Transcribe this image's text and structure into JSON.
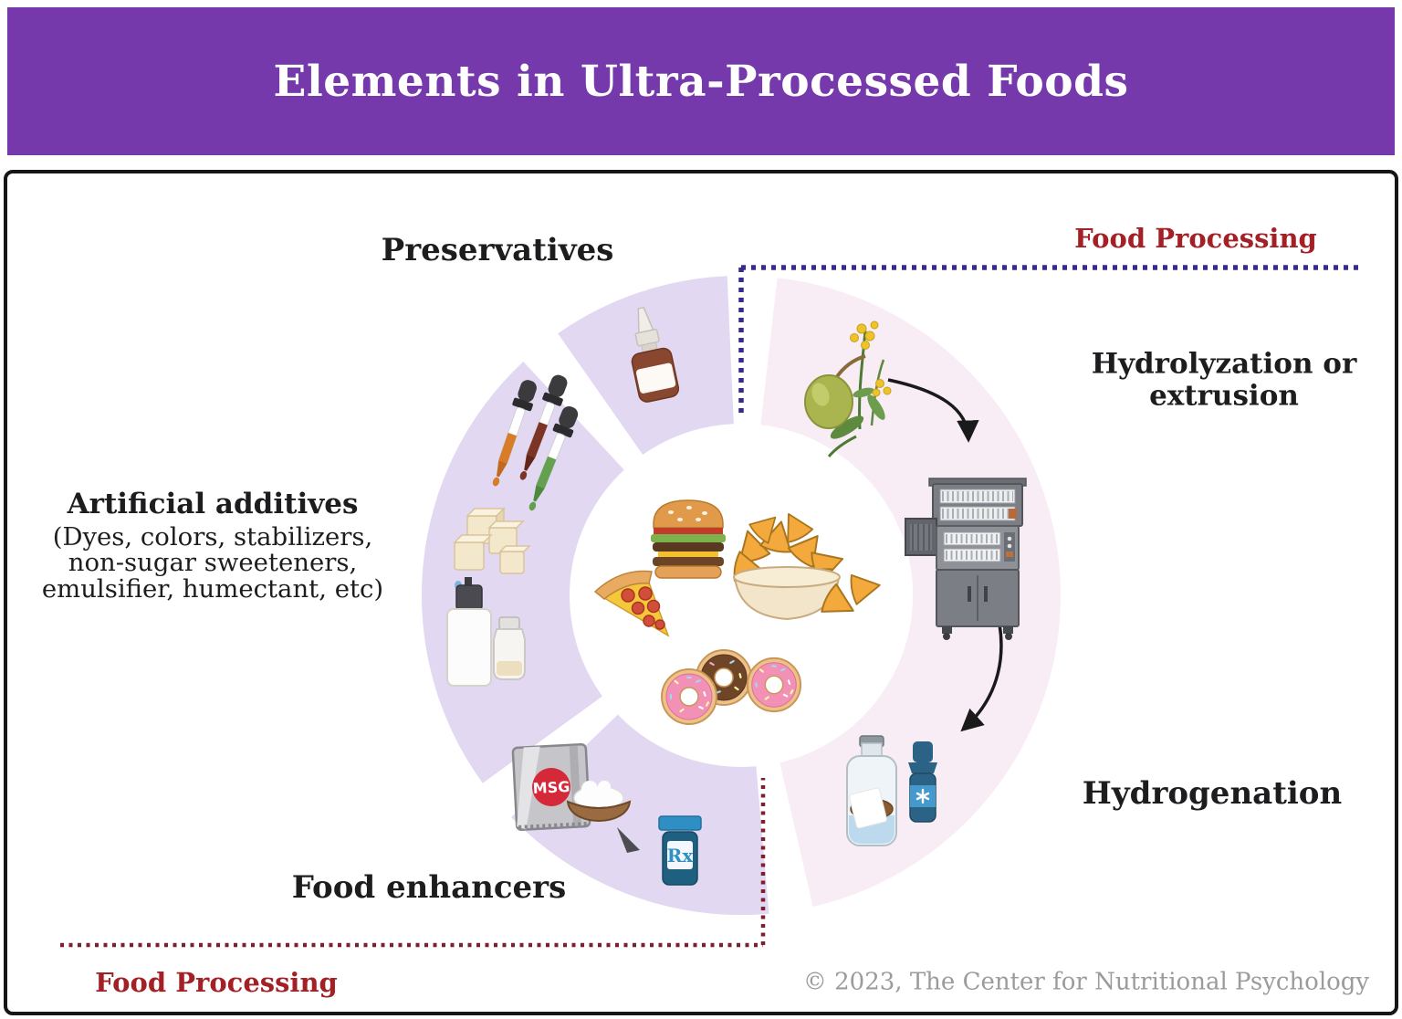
{
  "header": {
    "title": "Elements in Ultra-Processed Foods"
  },
  "labels": {
    "preservatives": "Preservatives",
    "food_processing_top": "Food Processing",
    "hydrolyzation": [
      "Hydrolyzation or",
      "extrusion"
    ],
    "artificial_title": "Artificial additives",
    "artificial_sub": [
      "(Dyes, colors, stabilizers,",
      "non-sugar sweeteners,",
      "emulsifier, humectant, etc)"
    ],
    "food_enhancers": "Food enhancers",
    "hydrogenation": "Hydrogenation",
    "food_processing_bottom": "Food Processing"
  },
  "icons": {
    "msg_label": "MSG",
    "rx_label": "Rx"
  },
  "diagram": {
    "segments": [
      {
        "name": "preservatives",
        "color_key": "ring_lavender",
        "icons": [
          "nasal-spray-icon"
        ]
      },
      {
        "name": "artificial-additives",
        "color_key": "ring_lavender",
        "icons": [
          "dropper-icons",
          "sugar-cubes-icon",
          "bottle-and-shaker-icons"
        ]
      },
      {
        "name": "food-enhancers",
        "color_key": "ring_lavender",
        "icons": [
          "msg-packet-icon",
          "powder-bowl-icon",
          "rx-bottle-icon"
        ]
      },
      {
        "name": "food-processing",
        "color_key": "ring_pink",
        "icons": [
          "olive-plant-icon",
          "extrusion-machine-icon",
          "oil-bottle-icons"
        ]
      }
    ],
    "center_icons": [
      "burger-icon",
      "nachos-bowl-icon",
      "pizza-icon",
      "donuts-icon"
    ]
  },
  "footer": {
    "copyright": "© 2023, The Center for Nutritional Psychology"
  },
  "colors": {
    "header_purple": "#7539ac",
    "ring_lavender": "#e2d8f2",
    "ring_pink": "#f8edf5",
    "dotted_blue": "#352a94",
    "dotted_red": "#7d1f2c",
    "label_red": "#a32026",
    "text_black": "#1d1d1f",
    "copyright_gray": "#9b9b9b",
    "border_black": "#161616"
  }
}
